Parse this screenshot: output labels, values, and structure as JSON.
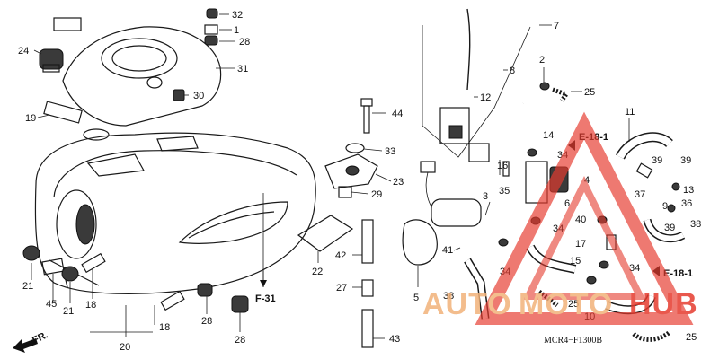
{
  "diagram": {
    "drawing_code": "MCR4−F1300B",
    "front_label": "FR.",
    "references": [
      "F-31",
      "E-18-1",
      "E-18-1"
    ],
    "callouts": [
      "32",
      "1",
      "28",
      "24",
      "31",
      "30",
      "19",
      "44",
      "33",
      "23",
      "29",
      "22",
      "42",
      "27",
      "43",
      "28",
      "28",
      "21",
      "45",
      "21",
      "18",
      "18",
      "20",
      "7",
      "8",
      "12",
      "2",
      "25",
      "11",
      "14",
      "E-18-1",
      "34",
      "16",
      "3",
      "35",
      "4",
      "39",
      "39",
      "13",
      "37",
      "36",
      "9",
      "38",
      "6",
      "40",
      "34",
      "39",
      "17",
      "41",
      "5",
      "15",
      "34",
      "34",
      "E-18-1",
      "38",
      "25",
      "10",
      "25"
    ]
  },
  "watermark": {
    "text_left": "AUTO",
    "text_mid": "MOTO",
    "text_right": "HUB",
    "color_main": "#e63b2e",
    "color_alt": "#f2b27a"
  }
}
